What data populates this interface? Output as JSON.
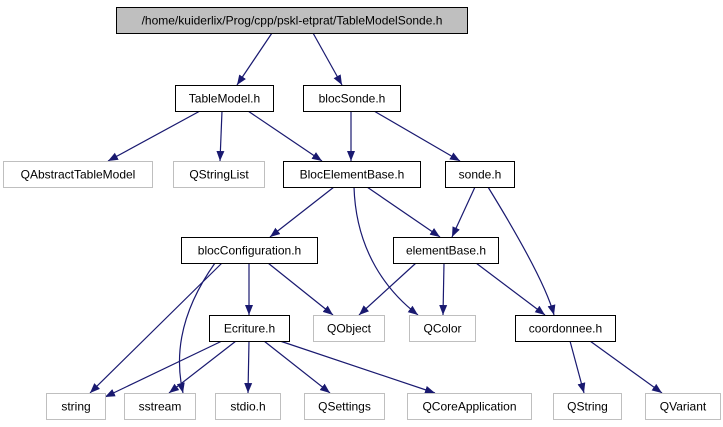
{
  "graph": {
    "nodes": [
      {
        "id": "root",
        "label": "/home/kuiderlix/Prog/cpp/pskl-etprat/TableModelSonde.h",
        "style": "root"
      },
      {
        "id": "tablemodel",
        "label": "TableModel.h",
        "style": "documented"
      },
      {
        "id": "blocsonde",
        "label": "blocSonde.h",
        "style": "documented"
      },
      {
        "id": "qabstracttablemodel",
        "label": "QAbstractTableModel",
        "style": "external"
      },
      {
        "id": "qstringlist",
        "label": "QStringList",
        "style": "external"
      },
      {
        "id": "blocelementbase",
        "label": "BlocElementBase.h",
        "style": "documented"
      },
      {
        "id": "sonde",
        "label": "sonde.h",
        "style": "documented"
      },
      {
        "id": "blocconfiguration",
        "label": "blocConfiguration.h",
        "style": "documented"
      },
      {
        "id": "elementbase",
        "label": "elementBase.h",
        "style": "documented"
      },
      {
        "id": "ecriture",
        "label": "Ecriture.h",
        "style": "documented"
      },
      {
        "id": "qobject",
        "label": "QObject",
        "style": "external"
      },
      {
        "id": "qcolor",
        "label": "QColor",
        "style": "external"
      },
      {
        "id": "coordonnee",
        "label": "coordonnee.h",
        "style": "documented"
      },
      {
        "id": "string",
        "label": "string",
        "style": "external"
      },
      {
        "id": "sstream",
        "label": "sstream",
        "style": "external"
      },
      {
        "id": "stdio",
        "label": "stdio.h",
        "style": "external"
      },
      {
        "id": "qsettings",
        "label": "QSettings",
        "style": "external"
      },
      {
        "id": "qcoreapplication",
        "label": "QCoreApplication",
        "style": "external"
      },
      {
        "id": "qstring",
        "label": "QString",
        "style": "external"
      },
      {
        "id": "qvariant",
        "label": "QVariant",
        "style": "external"
      }
    ],
    "edges": [
      {
        "from": "root",
        "to": "tablemodel"
      },
      {
        "from": "root",
        "to": "blocsonde"
      },
      {
        "from": "tablemodel",
        "to": "qabstracttablemodel"
      },
      {
        "from": "tablemodel",
        "to": "qstringlist"
      },
      {
        "from": "tablemodel",
        "to": "blocelementbase"
      },
      {
        "from": "blocsonde",
        "to": "blocelementbase"
      },
      {
        "from": "blocsonde",
        "to": "sonde"
      },
      {
        "from": "blocelementbase",
        "to": "blocconfiguration"
      },
      {
        "from": "blocelementbase",
        "to": "elementbase"
      },
      {
        "from": "blocelementbase",
        "to": "qcolor"
      },
      {
        "from": "sonde",
        "to": "elementbase"
      },
      {
        "from": "sonde",
        "to": "coordonnee"
      },
      {
        "from": "blocconfiguration",
        "to": "ecriture"
      },
      {
        "from": "blocconfiguration",
        "to": "qobject"
      },
      {
        "from": "blocconfiguration",
        "to": "string"
      },
      {
        "from": "blocconfiguration",
        "to": "sstream"
      },
      {
        "from": "elementbase",
        "to": "qobject"
      },
      {
        "from": "elementbase",
        "to": "qcolor"
      },
      {
        "from": "elementbase",
        "to": "coordonnee"
      },
      {
        "from": "ecriture",
        "to": "string"
      },
      {
        "from": "ecriture",
        "to": "sstream"
      },
      {
        "from": "ecriture",
        "to": "stdio"
      },
      {
        "from": "ecriture",
        "to": "qsettings"
      },
      {
        "from": "ecriture",
        "to": "qcoreapplication"
      },
      {
        "from": "coordonnee",
        "to": "qstring"
      },
      {
        "from": "coordonnee",
        "to": "qvariant"
      }
    ]
  },
  "colors": {
    "edge": "#191970",
    "root_fill": "#bfbfbf",
    "node_border": "#000000",
    "external_border": "#bfbfbf",
    "text": "#000000"
  }
}
